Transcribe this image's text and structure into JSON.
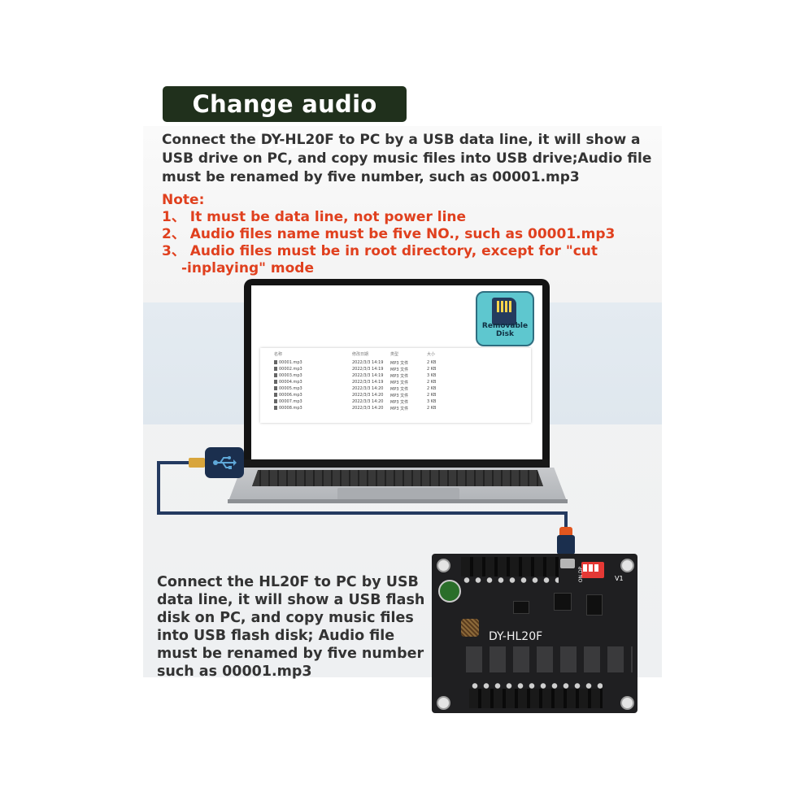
{
  "title": "Change audio files",
  "intro": "Connect the DY-HL20F to PC by a USB data line, it will show a USB drive on PC, and copy music files into USB drive;Audio file must be renamed by five number, such as 00001.mp3",
  "note": {
    "heading": "Note:",
    "items": [
      "1、 It must be data line, not power line",
      "2、 Audio files name must be five NO., such as 00001.mp3",
      "3、 Audio files must be in root directory, except for \"cut",
      "-inplaying\" mode"
    ]
  },
  "laptop": {
    "disk_label": "Removable Disk",
    "explorer": {
      "columns": [
        "名称",
        "修改日期",
        "类型",
        "大小"
      ],
      "rows": [
        [
          "00001.mp3",
          "2022/3/3 14:19",
          "MP3 文件",
          "2 KB"
        ],
        [
          "00002.mp3",
          "2022/3/3 14:19",
          "MP3 文件",
          "2 KB"
        ],
        [
          "00003.mp3",
          "2022/3/3 14:19",
          "MP3 文件",
          "3 KB"
        ],
        [
          "00004.mp3",
          "2022/3/3 14:19",
          "MP3 文件",
          "2 KB"
        ],
        [
          "00005.mp3",
          "2022/3/3 14:20",
          "MP3 文件",
          "2 KB"
        ],
        [
          "00006.mp3",
          "2022/3/3 14:20",
          "MP3 文件",
          "2 KB"
        ],
        [
          "00007.mp3",
          "2022/3/3 14:20",
          "MP3 文件",
          "3 KB"
        ],
        [
          "00008.mp3",
          "2022/3/3 14:20",
          "MP3 文件",
          "2 KB"
        ]
      ]
    }
  },
  "board": {
    "brand": "DY-HL20F",
    "switch_label": "ON DP",
    "version": "V1"
  },
  "bottom_text": "Connect the HL20F to PC by USB data line, it will show a USB flash disk on PC, and copy music files into USB flash disk; Audio file must be renamed by five number such as 00001.mp3",
  "colors": {
    "title_bg": "#20301c",
    "note_text": "#e0401e",
    "body_text": "#333333",
    "cable": "#243a60",
    "disk_icon": "#5ec7cf"
  }
}
